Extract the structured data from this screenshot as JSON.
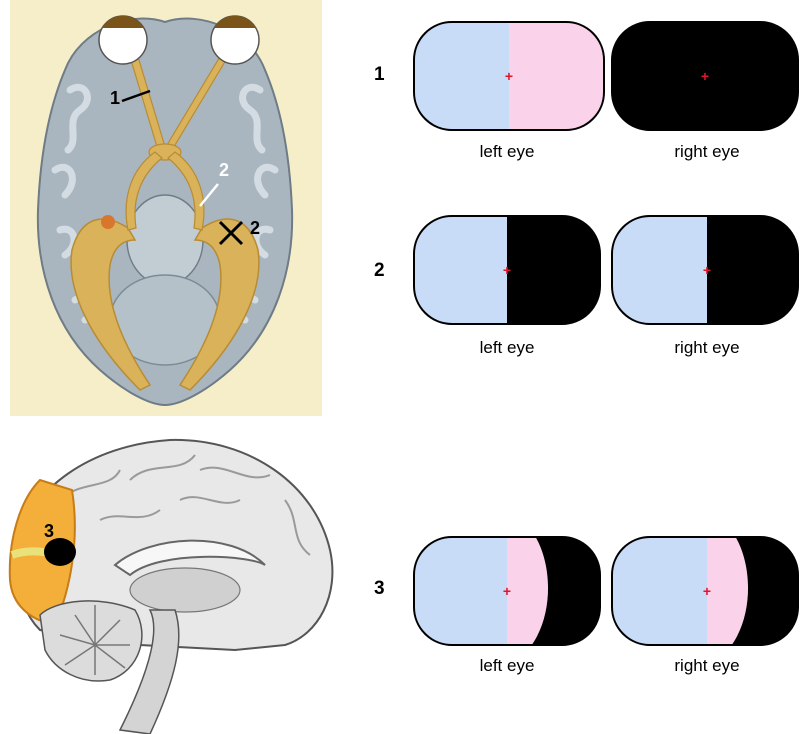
{
  "colors": {
    "panel_bg": "#f5eec9",
    "brain_gray": "#a9b6bf",
    "brain_dark": "#7d8b96",
    "brain_light": "#c9d3da",
    "tract": "#d9b25a",
    "tract_dark": "#b88c34",
    "occipital_highlight": "#f4ae3a",
    "left_field": "#c8dcf7",
    "right_field": "#fad2ea",
    "blind": "#000000",
    "fixation": "#e0162b"
  },
  "anatomy_labels": {
    "lesion_1": "1",
    "lesion_2_upper": "2",
    "lesion_2_lower": "2",
    "lesion_3": "3"
  },
  "rows": [
    {
      "number": "1",
      "fields": [
        {
          "label": "left eye",
          "pattern": "full"
        },
        {
          "label": "right eye",
          "pattern": "blind"
        }
      ]
    },
    {
      "number": "2",
      "fields": [
        {
          "label": "left eye",
          "pattern": "right-hemianopia"
        },
        {
          "label": "right eye",
          "pattern": "right-hemianopia"
        }
      ]
    },
    {
      "number": "3",
      "fields": [
        {
          "label": "left eye",
          "pattern": "macular-sparing"
        },
        {
          "label": "right eye",
          "pattern": "macular-sparing"
        }
      ]
    }
  ]
}
